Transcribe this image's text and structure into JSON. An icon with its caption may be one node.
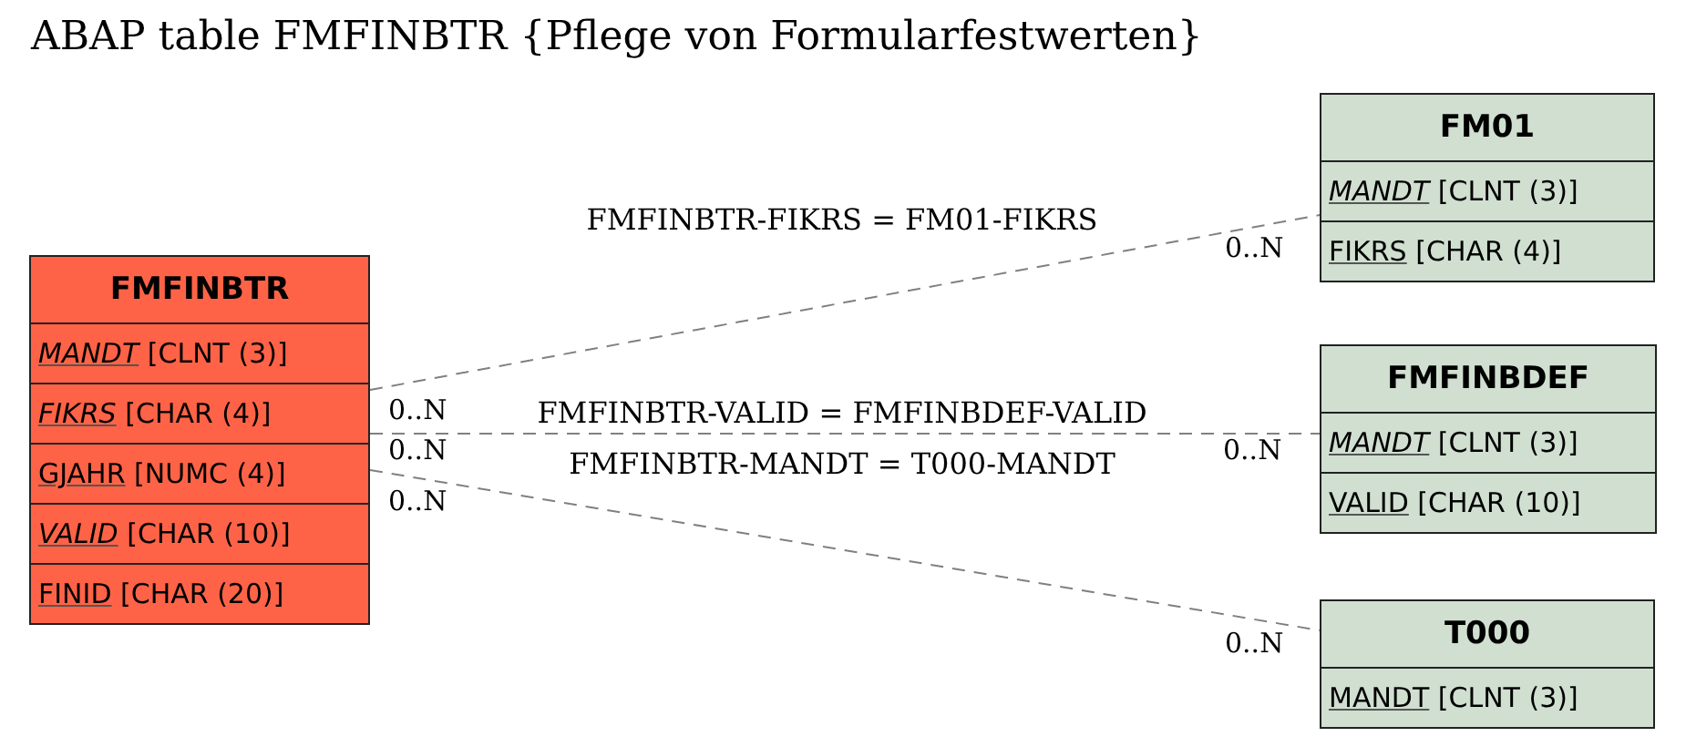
{
  "diagram": {
    "title": "ABAP table FMFINBTR {Pflege von Formularfestwerten}",
    "nodes": [
      {
        "text": [
          "FMFINBTR"
        ]
      },
      {
        "text": [
          "*MANDT* [CLNT (3)]"
        ],
        "in": 0
      },
      {
        "text": [
          "*FIKRS* [CHAR (4)]"
        ],
        "in": 0
      },
      {
        "text": [
          "GJAHR [NUMC (4)]"
        ],
        "in": 0
      },
      {
        "text": [
          "*VALID* [CHAR (10)]"
        ],
        "in": 0
      },
      {
        "text": [
          "FINID [CHAR (20)]"
        ],
        "in": 0
      },
      {
        "text": [
          "FM01"
        ]
      },
      {
        "text": [
          "*MANDT* [CLNT (3)]"
        ],
        "in": 6
      },
      {
        "text": [
          "FIKRS [CHAR (4)]"
        ],
        "in": 6
      },
      {
        "text": [
          "FMFINBDEF"
        ]
      },
      {
        "text": [
          "*MANDT* [CLNT (3)]"
        ],
        "in": 9
      },
      {
        "text": [
          "VALID [CHAR (10)]"
        ],
        "in": 9
      },
      {
        "text": [
          "T000"
        ]
      },
      {
        "text": [
          "MANDT [CLNT (3)]"
        ],
        "in": 12
      }
    ],
    "edges": [
      {
        "from": 0,
        "to": 6,
        "label": "FMFINBTR-FIKRS = FM01-FIKRS",
        "arrow": "none",
        "style": "dashed"
      },
      {
        "from": 0,
        "to": 9,
        "label": "FMFINBTR-VALID = FMFINBDEF-VALID",
        "arrow": "none",
        "style": "dashed"
      },
      {
        "from": 0,
        "to": 12,
        "label": "FMFINBTR-MANDT = T000-MANDT",
        "arrow": "none",
        "style": "dashed"
      }
    ],
    "labels": [
      "0..N",
      "0..N",
      "0..N",
      "0..N",
      "0..N",
      "0..N"
    ]
  }
}
